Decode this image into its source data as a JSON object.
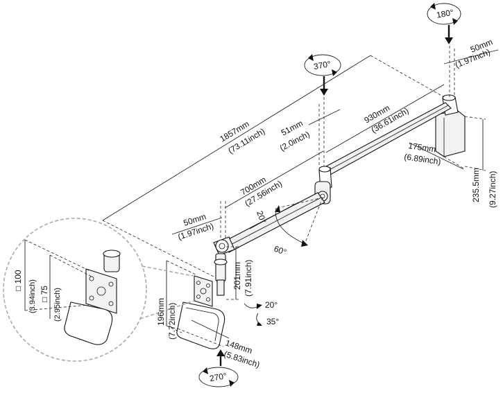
{
  "rotations": {
    "top": "180°",
    "mid": "370°",
    "bottom": "270°"
  },
  "dimensions": {
    "total_mm": "1857mm",
    "total_in": "(73.11inch)",
    "arm1_mm": "930mm",
    "arm1_in": "(36.61inch)",
    "arm2_mm": "700mm",
    "arm2_in": "(27.56inch)",
    "offset_top_mm": "50mm",
    "offset_top_in": "(1.97inch)",
    "offset_joint_mm": "51mm",
    "offset_joint_in": "(2.0inch)",
    "offset_left_mm": "50mm",
    "offset_left_in": "(1.97inch)",
    "clamp_w_mm": "175mm",
    "clamp_w_in": "(6.89inch)",
    "clamp_h_mm": "235.5mm",
    "clamp_h_in": "(9.27inch)",
    "drop_mm": "201mm",
    "drop_in": "(7.91inch)",
    "tray_h_mm": "196mm",
    "tray_h_in": "(7.72inch)",
    "tray_w_mm": "148mm",
    "tray_w_in": "(5.83inch)",
    "vesa100_a": "□ 100",
    "vesa100_b": "(3.94inch)",
    "vesa75_a": "□ 75",
    "vesa75_b": "(2.95inch)"
  },
  "angles": {
    "tilt_up": "20°",
    "tilt_down": "60°",
    "head_tilt": "20°",
    "head_swivel": "35°"
  }
}
